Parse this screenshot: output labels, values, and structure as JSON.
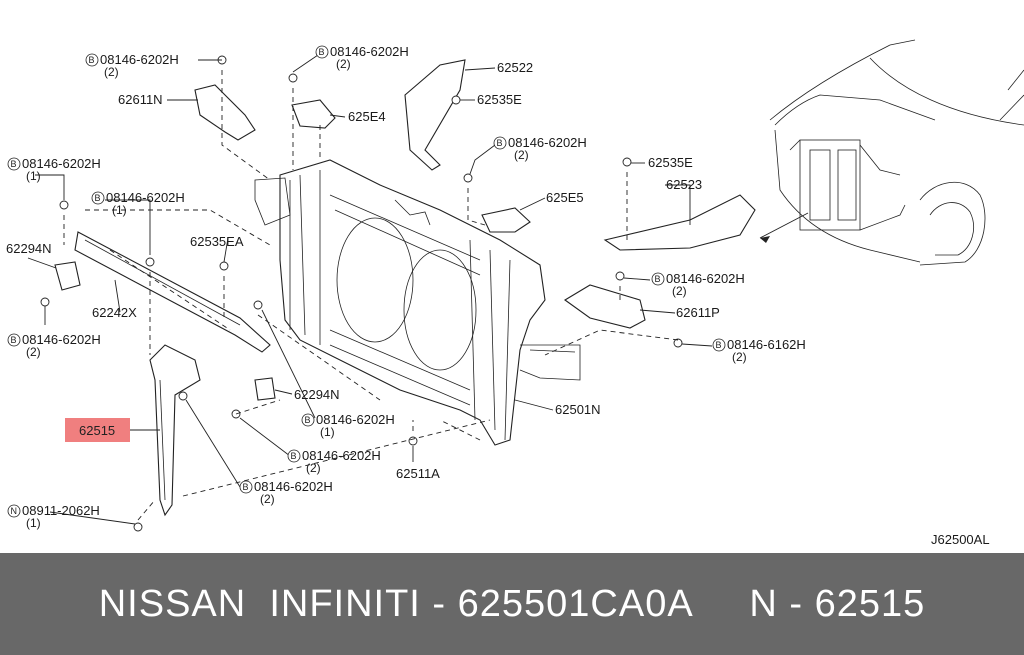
{
  "diagram": {
    "code": "J62500AL",
    "highlight_color": "#f07f7f",
    "highlighted_part": "62515",
    "callouts": [
      {
        "id": "c1",
        "prefix": "B",
        "number": "08146-6202H",
        "qty": "(2)"
      },
      {
        "id": "c2",
        "prefix": "B",
        "number": "08146-6202H",
        "qty": "(2)"
      },
      {
        "id": "c3",
        "part": "62522"
      },
      {
        "id": "c4",
        "part": "62611N"
      },
      {
        "id": "c5",
        "part": "625E4"
      },
      {
        "id": "c6",
        "part": "62535E"
      },
      {
        "id": "c7",
        "prefix": "B",
        "number": "08146-6202H",
        "qty": "(2)"
      },
      {
        "id": "c8",
        "prefix": "B",
        "number": "08146-6202H",
        "qty": "(1)"
      },
      {
        "id": "c9",
        "part": "62535E"
      },
      {
        "id": "c10",
        "prefix": "B",
        "number": "08146-6202H",
        "qty": "(1)"
      },
      {
        "id": "c11",
        "part": "62523"
      },
      {
        "id": "c12",
        "part": "625E5"
      },
      {
        "id": "c13",
        "part": "62294N"
      },
      {
        "id": "c14",
        "part": "62535EA"
      },
      {
        "id": "c15",
        "prefix": "B",
        "number": "08146-6202H",
        "qty": "(2)"
      },
      {
        "id": "c16",
        "part": "62242X"
      },
      {
        "id": "c17",
        "part": "62611P"
      },
      {
        "id": "c18",
        "prefix": "B",
        "number": "08146-6202H",
        "qty": "(2)"
      },
      {
        "id": "c19",
        "prefix": "B",
        "number": "08146-6162H",
        "qty": "(2)"
      },
      {
        "id": "c20",
        "part": "62294N"
      },
      {
        "id": "c21",
        "prefix": "B",
        "number": "08146-6202H",
        "qty": "(1)"
      },
      {
        "id": "c22",
        "part": "62501N"
      },
      {
        "id": "c23",
        "part": "62515"
      },
      {
        "id": "c24",
        "prefix": "B",
        "number": "08146-6202H",
        "qty": "(2)"
      },
      {
        "id": "c25",
        "part": "62511A"
      },
      {
        "id": "c26",
        "prefix": "B",
        "number": "08146-6202H",
        "qty": "(2)"
      },
      {
        "id": "c27",
        "prefix": "N",
        "number": "08911-2062H",
        "qty": "(1)"
      }
    ]
  },
  "footer": {
    "text": "NISSAN  INFINITI - 625501CA0A     N - 62515"
  }
}
